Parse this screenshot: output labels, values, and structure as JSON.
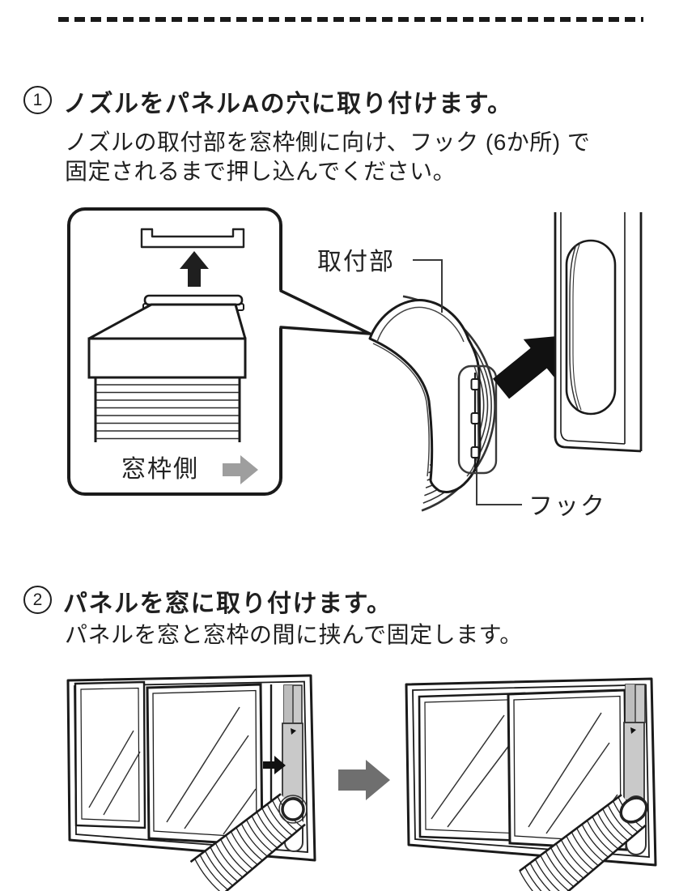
{
  "document": {
    "steps": [
      {
        "number": "1",
        "title": "ノズルをパネルAの穴に取り付けます。",
        "body": [
          "ノズルの取付部を窓枠側に向け、フック (6か所) で",
          "固定されるまで押し込んでください。"
        ]
      },
      {
        "number": "2",
        "title": "パネルを窓に取り付けます。",
        "body": [
          "パネルを窓と窓枠の間に挟んで固定します。"
        ]
      }
    ],
    "figure1": {
      "labels": {
        "attachment_part": "取付部",
        "hook": "フック",
        "window_frame_side": "窓枠側"
      }
    },
    "colors": {
      "text": "#1f1f1f",
      "line_art": "#1a1a1a",
      "small_gray_arrow": "#9e9e9e",
      "large_gray_arrow": "#6f6f6f",
      "panel_gray": "#c9c9c9",
      "background": "#ffffff"
    }
  }
}
